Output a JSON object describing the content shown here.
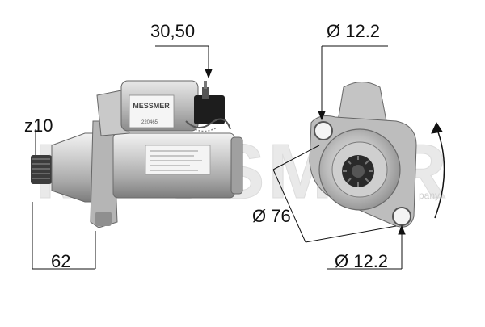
{
  "dimensions": {
    "top_length": "30,50",
    "teeth": "z10",
    "flange_length": "62",
    "hole_diameter_top": "Ø 12.2",
    "bolt_circle_diameter": "Ø 76",
    "hole_diameter_bottom": "Ø 12.2"
  },
  "watermark": {
    "brand": "MESSMER",
    "suffix": "pany"
  },
  "product_label": {
    "brand": "MESSMER",
    "part_number": "220465"
  },
  "colors": {
    "metal_light": "#d9d9d9",
    "metal_mid": "#a8a8a8",
    "metal_dark": "#5a5a5a",
    "line": "#111111",
    "watermark": "#e6e6e6"
  }
}
